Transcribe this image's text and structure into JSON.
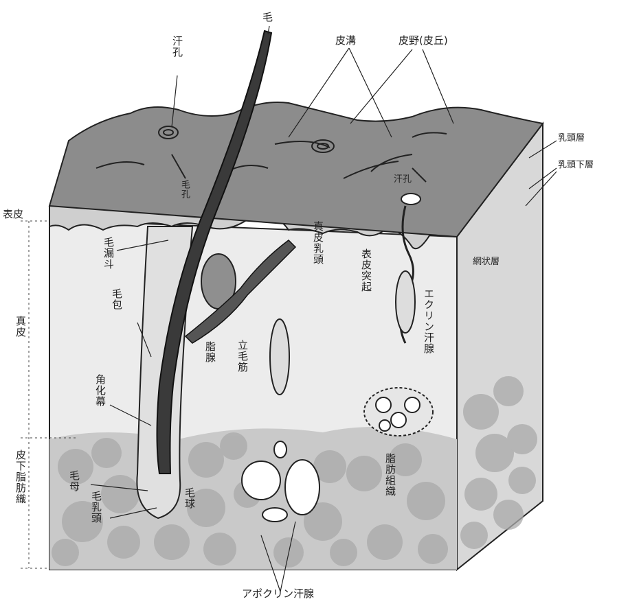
{
  "labels": {
    "hair": "毛",
    "sweat_pore_top": "汗孔",
    "skin_groove": "皮溝",
    "skin_ridge": "皮野(皮丘)",
    "papillary_layer": "乳頭層",
    "subpapillary_layer": "乳頭下層",
    "hair_pore": "毛孔",
    "sweat_pore_mid": "汗孔",
    "epidermis": "表皮",
    "infundibulum": "毛漏斗",
    "dermal_papilla": "真皮乳頭",
    "rete_ridge": "表皮突起",
    "reticular_layer": "網状層",
    "hair_follicle": "毛包",
    "dermis": "真皮",
    "eccrine_gland": "エクリン汗腺",
    "sebaceous_gland": "脂腺",
    "arrector_pili": "立毛筋",
    "keratinized_sheath": "角化幕",
    "hypodermis": "皮下脂肪織",
    "hair_matrix": "毛母",
    "hair_papilla": "毛乳頭",
    "hair_bulb": "毛球",
    "adipose_tissue": "脂肪組織",
    "apocrine_gland": "アポクリン汗腺"
  },
  "colors": {
    "surface": "#8a8a8a",
    "epidermis": "#cfcfcf",
    "dermis": "#e9e9e9",
    "side_face": "#d9d9d9",
    "fat": "#b9b9b9",
    "hair": "#3a3a3a"
  }
}
